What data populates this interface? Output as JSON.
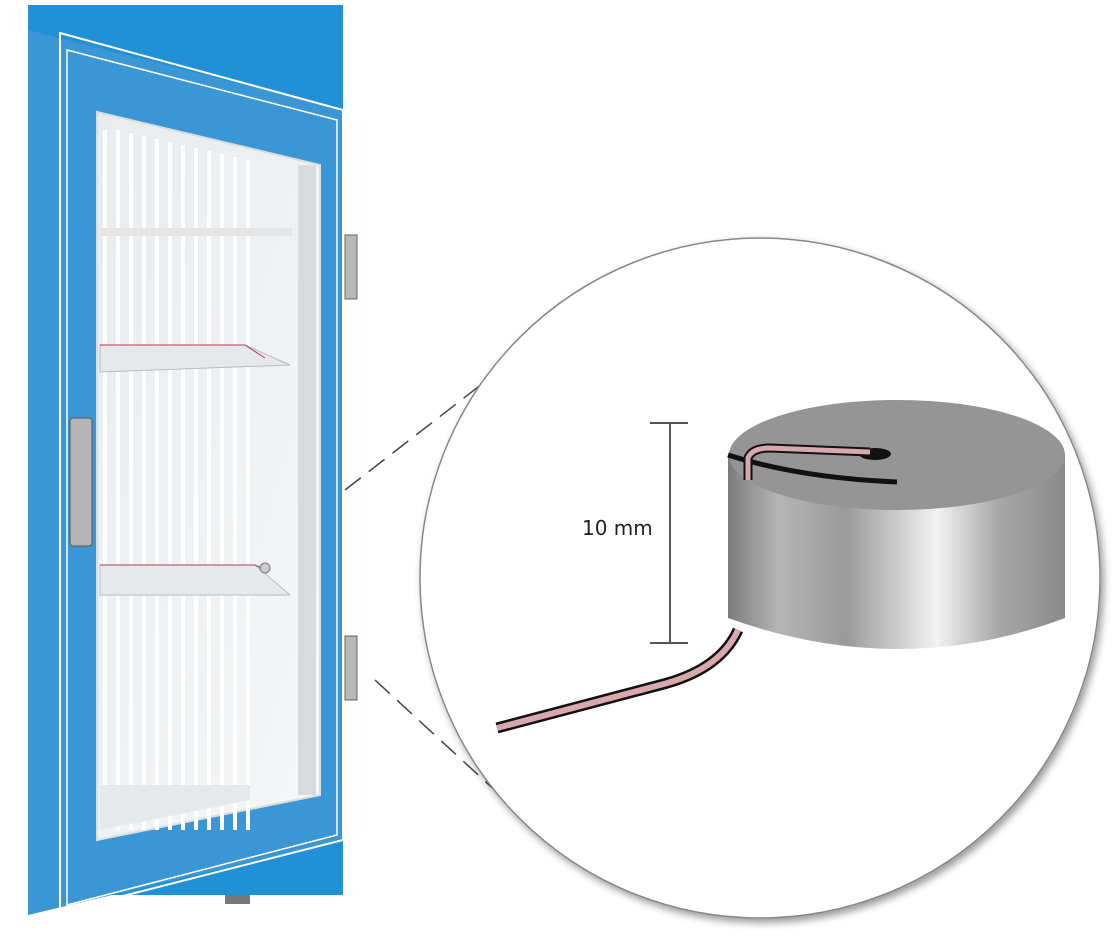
{
  "diagram": {
    "subject": "refrigerator",
    "detail": "temperature sensor cylinder",
    "dimension_label": "10 mm",
    "colors": {
      "fridge_blue": "#3a96d4",
      "fridge_top": "#2290d6",
      "sensor_gray": "#b0b0b0",
      "cable_pink": "#d9a8ad",
      "circle_border": "#888888"
    }
  }
}
